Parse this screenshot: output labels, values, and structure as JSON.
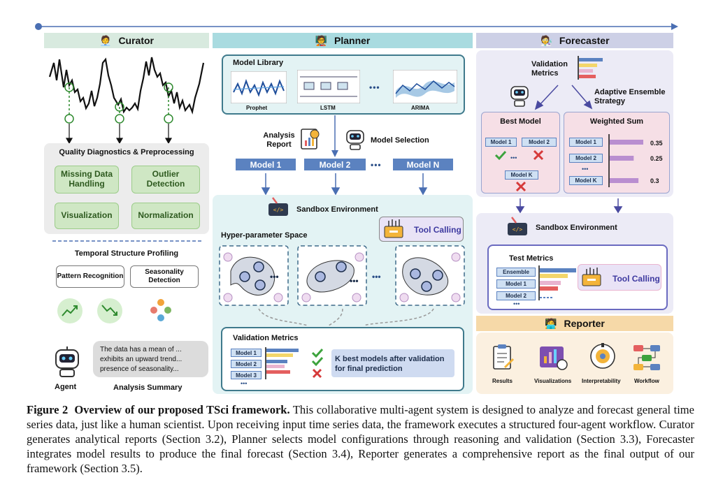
{
  "curator": {
    "title": "Curator",
    "quality_title": "Quality Diagnostics & Preprocessing",
    "missing": "Missing Data Handling",
    "outlier": "Outlier Detection",
    "visualization": "Visualization",
    "normalization": "Normalization",
    "temporal_title": "Temporal Structure Profiling",
    "pattern": "Pattern Recognition",
    "seasonality": "Seasonality Detection",
    "agent_label": "Agent",
    "analysis_summary": "Analysis Summary",
    "summary_line1": "The data has a mean of ...",
    "summary_line2": "exhibits an upward trend...",
    "summary_line3": "presence of seasonality..."
  },
  "planner": {
    "title": "Planner",
    "model_library": "Model Library",
    "prophet": "Prophet",
    "lstm": "LSTM",
    "arima": "ARIMA",
    "ellipsis": "•••",
    "analysis_report": "Analysis Report",
    "model_selection": "Model Selection",
    "model1": "Model 1",
    "model2": "Model 2",
    "modelN": "Model N",
    "sandbox": "Sandbox Environment",
    "tool_calling": "Tool Calling",
    "hyper_space": "Hyper-parameter Space",
    "validation_metrics": "Validation Metrics",
    "vm_model1": "Model 1",
    "vm_model2": "Model 2",
    "vm_model3": "Model 3",
    "k_best": "K best models after validation for final prediction"
  },
  "forecaster": {
    "title": "Forecaster",
    "validation_metrics": "Validation Metrics",
    "adaptive": "Adaptive Ensemble Strategy",
    "best_model": "Best Model",
    "weighted_sum": "Weighted Sum",
    "bm_model1": "Model 1",
    "bm_model2": "Model 2",
    "bm_modelK": "Model K",
    "ws_model1": "Model 1",
    "ws_model2": "Model 2",
    "ws_modelK": "Model K",
    "w1": "0.35",
    "w2": "0.25",
    "w3": "0.3",
    "sandbox": "Sandbox Environment",
    "test_metrics": "Test Metrics",
    "tm_ensemble": "Ensemble",
    "tm_model1": "Model 1",
    "tm_model2": "Model 2",
    "tool_calling": "Tool Calling"
  },
  "reporter": {
    "title": "Reporter",
    "results": "Results",
    "visualizations": "Visualizations",
    "interpretability": "Interpretability",
    "workflow": "Workflow"
  },
  "caption": {
    "label": "Figure 2",
    "bold": "Overview of our proposed TSci framework.",
    "text": "This collaborative multi-agent system is designed to analyze and forecast general time series data, just like a human scientist. Upon receiving input time series data, the framework executes a structured four-agent workflow. Curator generates analytical reports (Section 3.2), Planner selects model configurations through reasoning and validation (Section 3.3), Forecaster integrates model results to produce the final forecast (Section 3.4), Reporter generates a comprehensive report as the final output of our framework (Section 3.5)."
  },
  "colors": {
    "curator_header": "#d8eadf",
    "planner_header": "#a9dbe0",
    "forecaster_header": "#cdd0e6",
    "reporter_header": "#f6d9a8",
    "model_blue": "#5b82c0",
    "green_box": "#cfe7c4"
  }
}
